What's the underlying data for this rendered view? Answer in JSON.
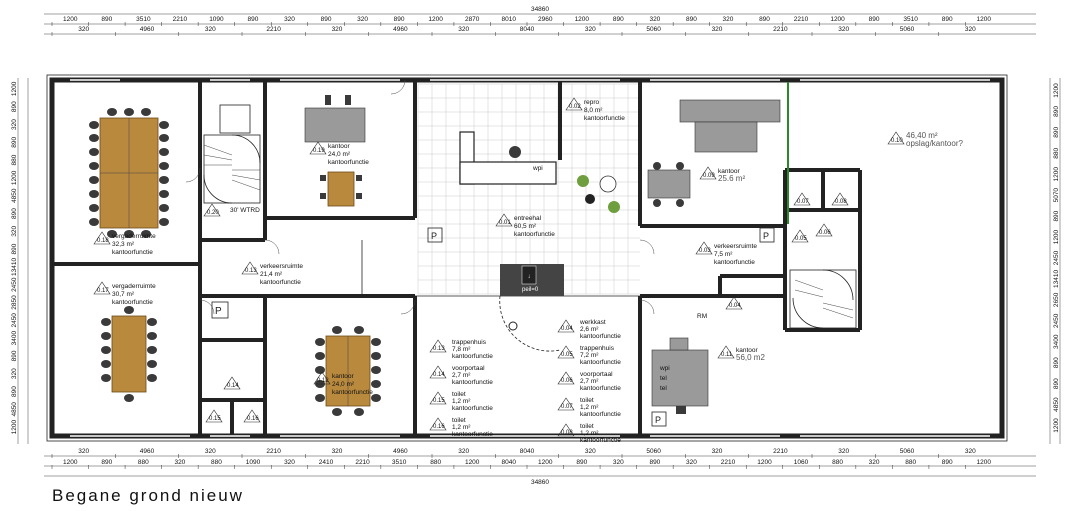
{
  "caption": "Begane grond nieuw",
  "dimensions": {
    "total": "34860",
    "top_row1": [
      "1200",
      "890",
      "3510",
      "2210",
      "1090",
      "890",
      "320",
      "890",
      "320",
      "890",
      "1200",
      "2870",
      "8010",
      "2960",
      "1200",
      "890",
      "320",
      "890",
      "320",
      "890",
      "2210",
      "1200",
      "890",
      "3510",
      "890",
      "1200"
    ],
    "top_row2": [
      "320",
      "4960",
      "320",
      "2210",
      "320",
      "4960",
      "320",
      "8040",
      "320",
      "5060",
      "320",
      "2210",
      "320",
      "5060",
      "320"
    ],
    "bottom_row1": [
      "1200",
      "890",
      "880",
      "320",
      "880",
      "1090",
      "320",
      "2410",
      "2210",
      "3510",
      "880",
      "1200",
      "8040",
      "1200",
      "890",
      "320",
      "890",
      "320",
      "2210",
      "1200",
      "1060",
      "880",
      "320",
      "880",
      "890",
      "1200"
    ],
    "bottom_row2": [
      "320",
      "4960",
      "320",
      "2210",
      "320",
      "4960",
      "320",
      "8040",
      "320",
      "5060",
      "320",
      "2210",
      "320",
      "5060",
      "320"
    ],
    "left_side": [
      "1200",
      "890",
      "320",
      "890",
      "880",
      "1200",
      "4850",
      "890",
      "320",
      "890",
      "13410",
      "2450",
      "2850",
      "2450",
      "3400",
      "890",
      "320",
      "890",
      "4850",
      "1200"
    ],
    "right_side": [
      "1200",
      "890",
      "890",
      "880",
      "1200",
      "5070",
      "890",
      "1200",
      "2450",
      "13410",
      "2650",
      "2450",
      "3400",
      "890",
      "890",
      "4850",
      "1200"
    ]
  },
  "rooms": [
    {
      "id": "0.18",
      "label": "vergaderruimte",
      "area": "32,3 m²",
      "function": "kantoorfunctie"
    },
    {
      "id": "0.17",
      "label": "vergaderruimte",
      "area": "30,7 m²",
      "function": "kantoorfunctie"
    },
    {
      "id": "0.19",
      "label": "kantoor",
      "area": "24,0 m²",
      "function": "kantoorfunctie"
    },
    {
      "id": "0.20",
      "label": "",
      "area": "",
      "function": ""
    },
    {
      "id": "0.13",
      "label": "verkeersruimte",
      "area": "21,4 m²",
      "function": "kantoorfunctie"
    },
    {
      "id": "0.14",
      "label": "",
      "area": "",
      "function": ""
    },
    {
      "id": "0.15",
      "label": "",
      "area": "",
      "function": ""
    },
    {
      "id": "0.16",
      "label": "",
      "area": "",
      "function": ""
    },
    {
      "id": "0.12",
      "label": "kantoor",
      "area": "24,0 m²",
      "function": "kantoorfunctie"
    },
    {
      "id": "0.01",
      "label": "entreehal",
      "area": "60,5 m²",
      "function": "kantoorfunctie"
    },
    {
      "id": "0.02",
      "label": "repro",
      "area": "8,0 m²",
      "function": "kantoorfunctie"
    },
    {
      "id": "0.09",
      "label": "kantoor",
      "area": "25.6 m²",
      "function": ""
    },
    {
      "id": "0.10",
      "label": "46,40 m²",
      "area": "opslag/kantoor?",
      "function": ""
    },
    {
      "id": "0.03",
      "label": "verkeersruimte",
      "area": "7,5 m²",
      "function": "kantoorfunctie"
    },
    {
      "id": "0.04",
      "label": "",
      "area": "",
      "function": ""
    },
    {
      "id": "0.05",
      "label": "",
      "area": "",
      "function": ""
    },
    {
      "id": "0.06",
      "label": "",
      "area": "",
      "function": ""
    },
    {
      "id": "0.07",
      "label": "",
      "area": "",
      "function": ""
    },
    {
      "id": "0.08",
      "label": "",
      "area": "",
      "function": ""
    },
    {
      "id": "0.11",
      "label": "kantoor",
      "area": "56,0 m2",
      "function": ""
    }
  ],
  "legend_left": [
    {
      "id": "0.13",
      "label": "trappenhuis",
      "area": "7,8 m²",
      "function": "kantoorfunctie"
    },
    {
      "id": "0.14",
      "label": "voorportaal",
      "area": "2,7 m²",
      "function": "kantoorfunctie"
    },
    {
      "id": "0.15",
      "label": "toilet",
      "area": "1,2 m²",
      "function": "kantoorfunctie"
    },
    {
      "id": "0.16",
      "label": "toilet",
      "area": "1,2 m²",
      "function": "kantoorfunctie"
    }
  ],
  "legend_right": [
    {
      "id": "0.04",
      "label": "werkkast",
      "area": "2,6 m²",
      "function": "kantoorfunctie"
    },
    {
      "id": "0.05",
      "label": "trappenhuis",
      "area": "7,2 m²",
      "function": "kantoorfunctie"
    },
    {
      "id": "0.06",
      "label": "voorportaal",
      "area": "2,7 m²",
      "function": "kantoorfunctie"
    },
    {
      "id": "0.07",
      "label": "toilet",
      "area": "1,2 m²",
      "function": "kantoorfunctie"
    },
    {
      "id": "0.08",
      "label": "toilet",
      "area": "1,2 m²",
      "function": "kantoorfunctie"
    }
  ],
  "notes": {
    "wtrd": "30' WTRD",
    "wpi": "wpi",
    "tel": "tel",
    "peil": "peil=0",
    "rm": "RM",
    "p": "P"
  }
}
